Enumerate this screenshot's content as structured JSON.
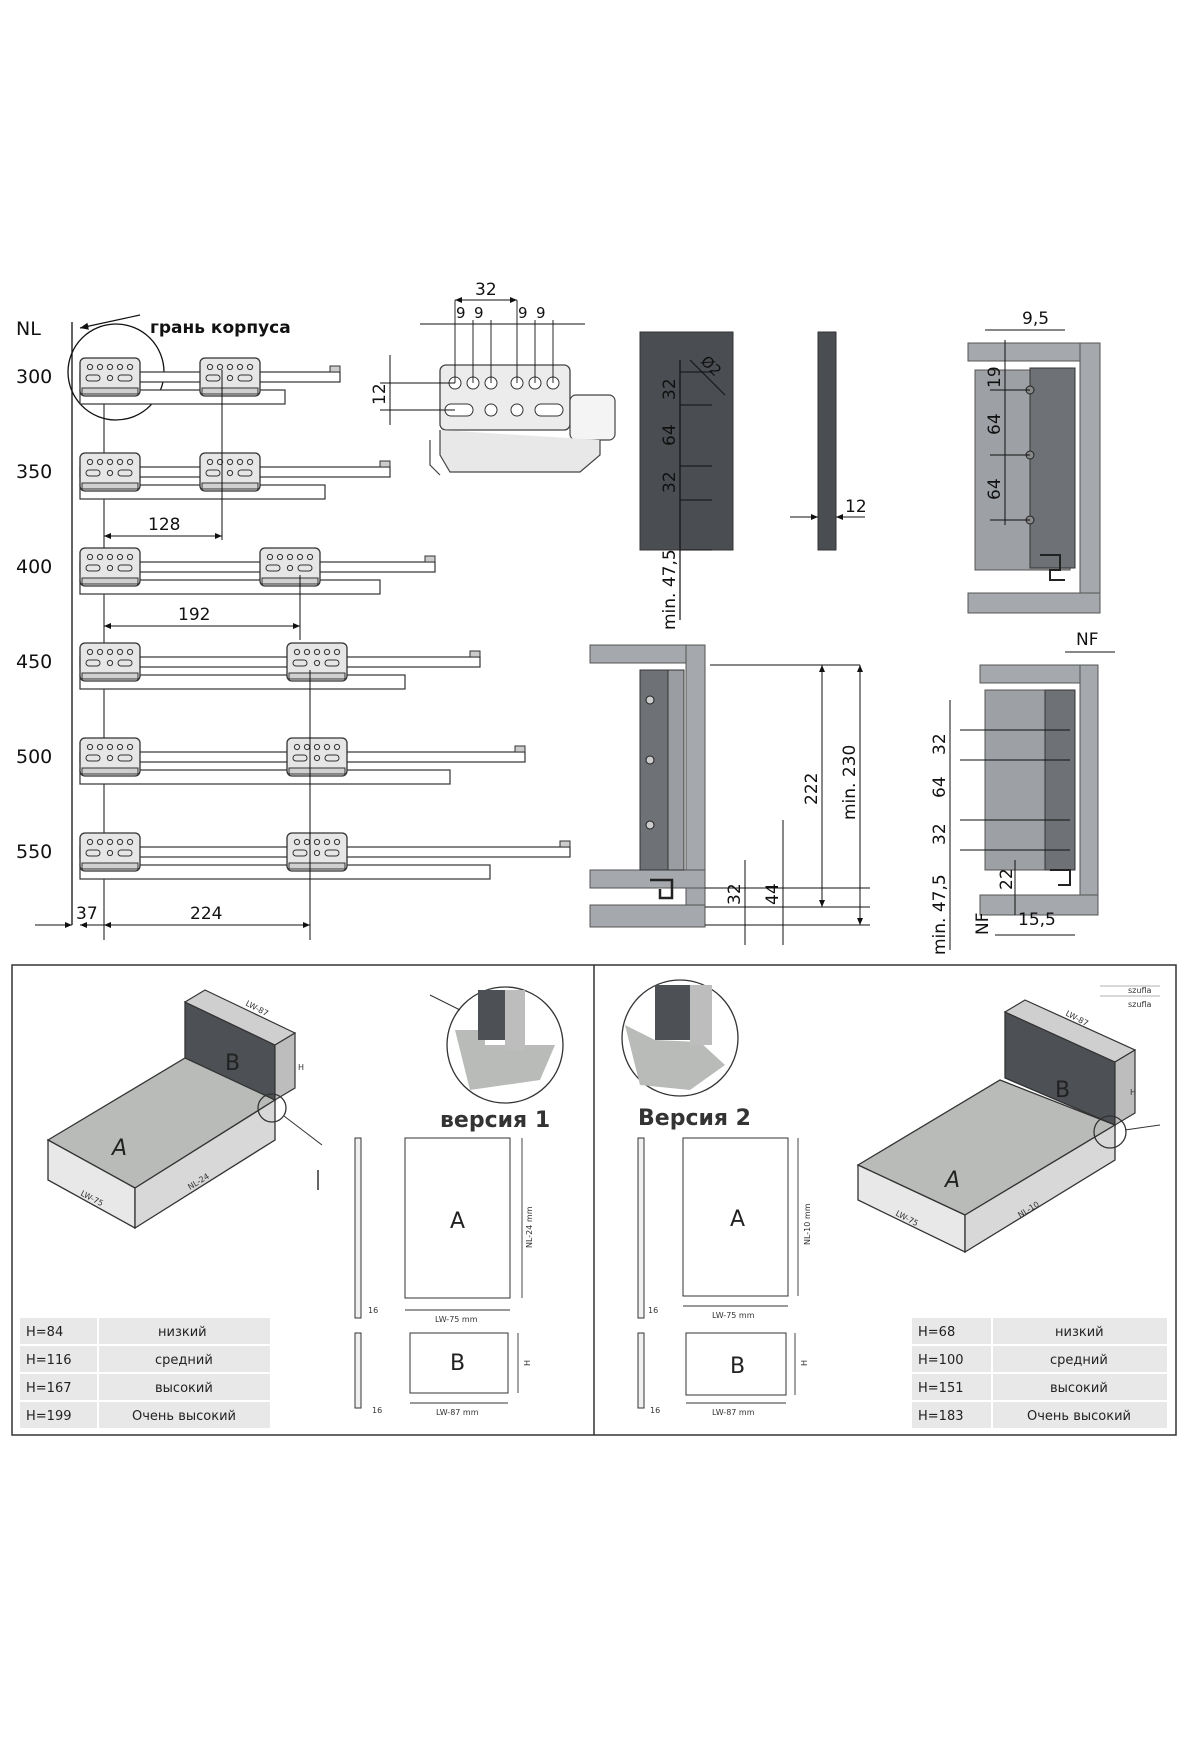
{
  "header": {
    "nl_label": "NL",
    "cabinet_edge_label": "грань корпуса"
  },
  "nl_rows": [
    "300",
    "350",
    "400",
    "450",
    "500",
    "550"
  ],
  "slide_dims": {
    "d128": "128",
    "d192": "192",
    "d37": "37",
    "d224": "224"
  },
  "bracket_dims": {
    "d32": "32",
    "d9a": "9",
    "d9b": "9",
    "d9c": "9",
    "d9d": "9",
    "d12": "12"
  },
  "front_panel": {
    "hole": "Ø2",
    "d32a": "32",
    "d64": "64",
    "d32b": "32",
    "min": "min. 47,5",
    "thickness": "12"
  },
  "top_right": {
    "d95": "9,5",
    "d19": "19",
    "d64a": "64",
    "d64b": "64"
  },
  "section_left": {
    "d222": "222",
    "dmin230": "min. 230",
    "d32": "32",
    "d44": "44"
  },
  "section_right": {
    "nf_top": "NF",
    "d32a": "32",
    "d64": "64",
    "d32b": "32",
    "d22": "22",
    "dmin": "min. 47,5",
    "nf_bottom": "NF",
    "d155": "15,5"
  },
  "version1": {
    "title": "версия 1",
    "iso_a": "A",
    "iso_b": "B",
    "iso_lw": "LW-75",
    "iso_nl": "NL-24",
    "iso_lw87": "LW-87",
    "iso_h": "H",
    "panel_a": "A",
    "panel_b": "B",
    "dim_nl": "NL-24 mm",
    "dim_lw75": "LW-75 mm",
    "dim_lw87": "LW-87 mm",
    "dim_h": "H",
    "dim_16a": "16",
    "dim_16b": "16",
    "table": [
      {
        "h": "H=84",
        "name": "низкий"
      },
      {
        "h": "H=116",
        "name": "средний"
      },
      {
        "h": "H=167",
        "name": "высокий"
      },
      {
        "h": "H=199",
        "name": "Очень высокий"
      }
    ]
  },
  "version2": {
    "title": "Версия 2",
    "iso_a": "A",
    "iso_b": "B",
    "iso_lw": "LW-75",
    "iso_nl": "NL-10",
    "iso_lw87": "LW-87",
    "iso_h": "H",
    "panel_a": "A",
    "panel_b": "B",
    "dim_nl": "NL-10 mm",
    "dim_lw75": "LW-75 mm",
    "dim_lw87": "LW-87 mm",
    "dim_h": "H",
    "dim_16a": "16",
    "dim_16b": "16",
    "legend1": "szufla",
    "legend2": "szufla",
    "table": [
      {
        "h": "H=68",
        "name": "низкий"
      },
      {
        "h": "H=100",
        "name": "средний"
      },
      {
        "h": "H=151",
        "name": "высокий"
      },
      {
        "h": "H=183",
        "name": "Очень высокий"
      }
    ]
  }
}
